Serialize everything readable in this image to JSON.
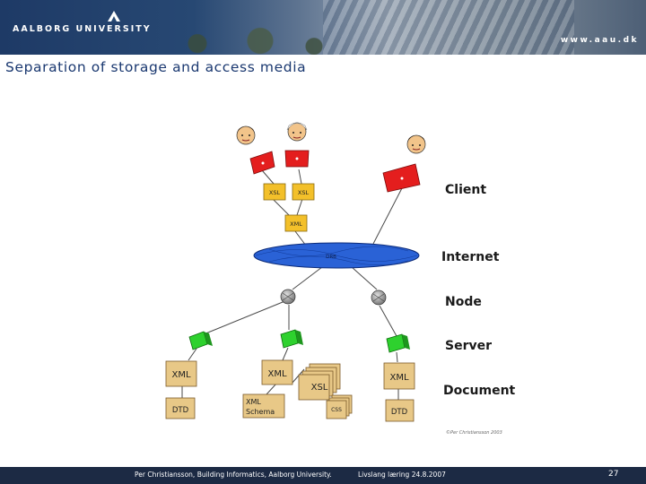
{
  "header": {
    "university": "AALBORG UNIVERSITY",
    "url": "www.aau.dk"
  },
  "slide": {
    "title": "Separation of storage and access media",
    "page_number": "27"
  },
  "diagram": {
    "levels": {
      "client": "Client",
      "internet": "Internet",
      "node": "Node",
      "server": "Server",
      "document": "Document"
    },
    "ellipse_label": "DRB",
    "boxes": {
      "xsl_left": "XSL",
      "xsl_right": "XSL",
      "xml_client": "XML",
      "xml_doc_left": "XML",
      "dtd_left": "DTD",
      "xml_doc_mid": "XML",
      "xml_schema_line1": "XML",
      "xml_schema_line2": "Schema",
      "xsl_stack": "XSL",
      "css": "CSS",
      "xml_doc_right": "XML",
      "dtd_right": "DTD"
    },
    "copyright": "©Per Christiansson 2003"
  },
  "footer": {
    "text": "Per Christiansson, Building Informatics, Aalborg University.",
    "date": "Livslang læring 24.8.2007"
  },
  "colors": {
    "banner": "#274873",
    "title": "#1a3870",
    "footer": "#1c2a44",
    "ellipse": "#2a62d6",
    "client_red": "#e41e1e",
    "server_green": "#2ed12e",
    "doc_box": "#e8c887"
  }
}
